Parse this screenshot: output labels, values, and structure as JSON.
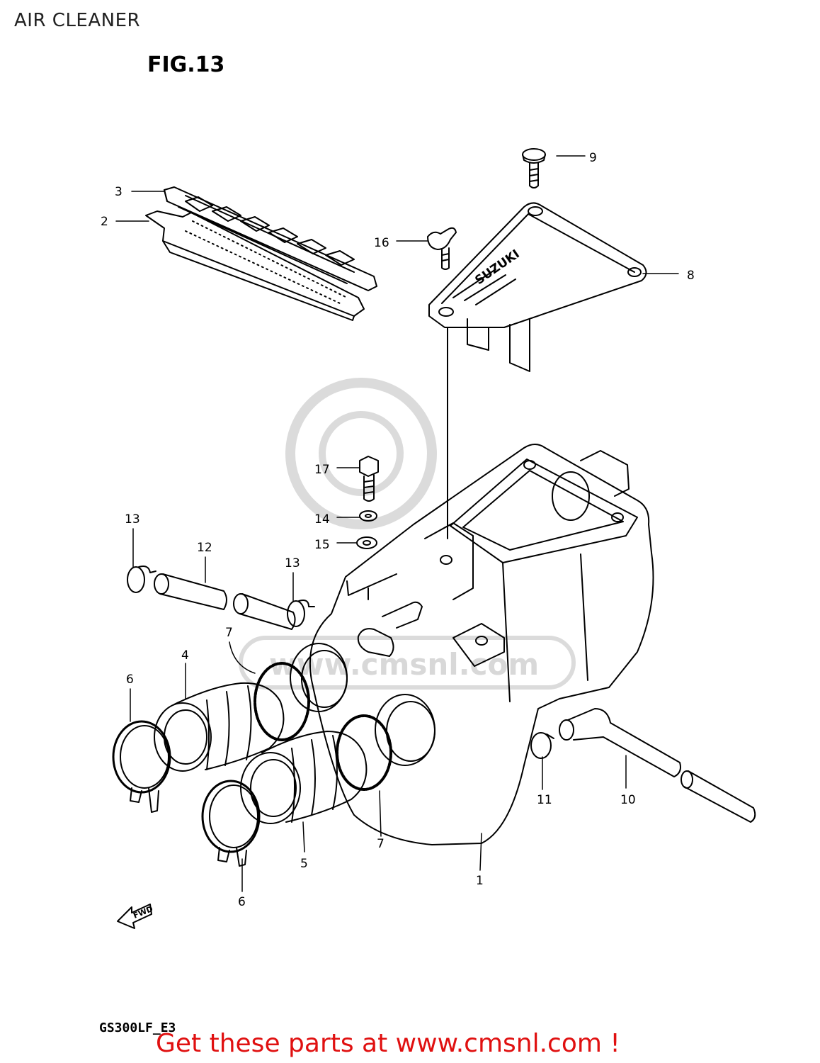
{
  "page": {
    "title": "AIR CLEANER",
    "figure_label": "FIG.13",
    "model_code": "GS300LF_E3",
    "footer_link": "Get these parts at www.cmsnl.com !",
    "watermark": "www.cmsnl.com",
    "fwd_label": "FWD"
  },
  "callouts": [
    "1",
    "2",
    "3",
    "4",
    "5",
    "6",
    "6",
    "7",
    "7",
    "8",
    "9",
    "10",
    "11",
    "12",
    "13",
    "13",
    "14",
    "15",
    "16",
    "17"
  ],
  "cover_text": "SUZUKI",
  "colors": {
    "footer_link": "#e01010",
    "line": "#000000",
    "watermark": "#d0d0d0"
  }
}
